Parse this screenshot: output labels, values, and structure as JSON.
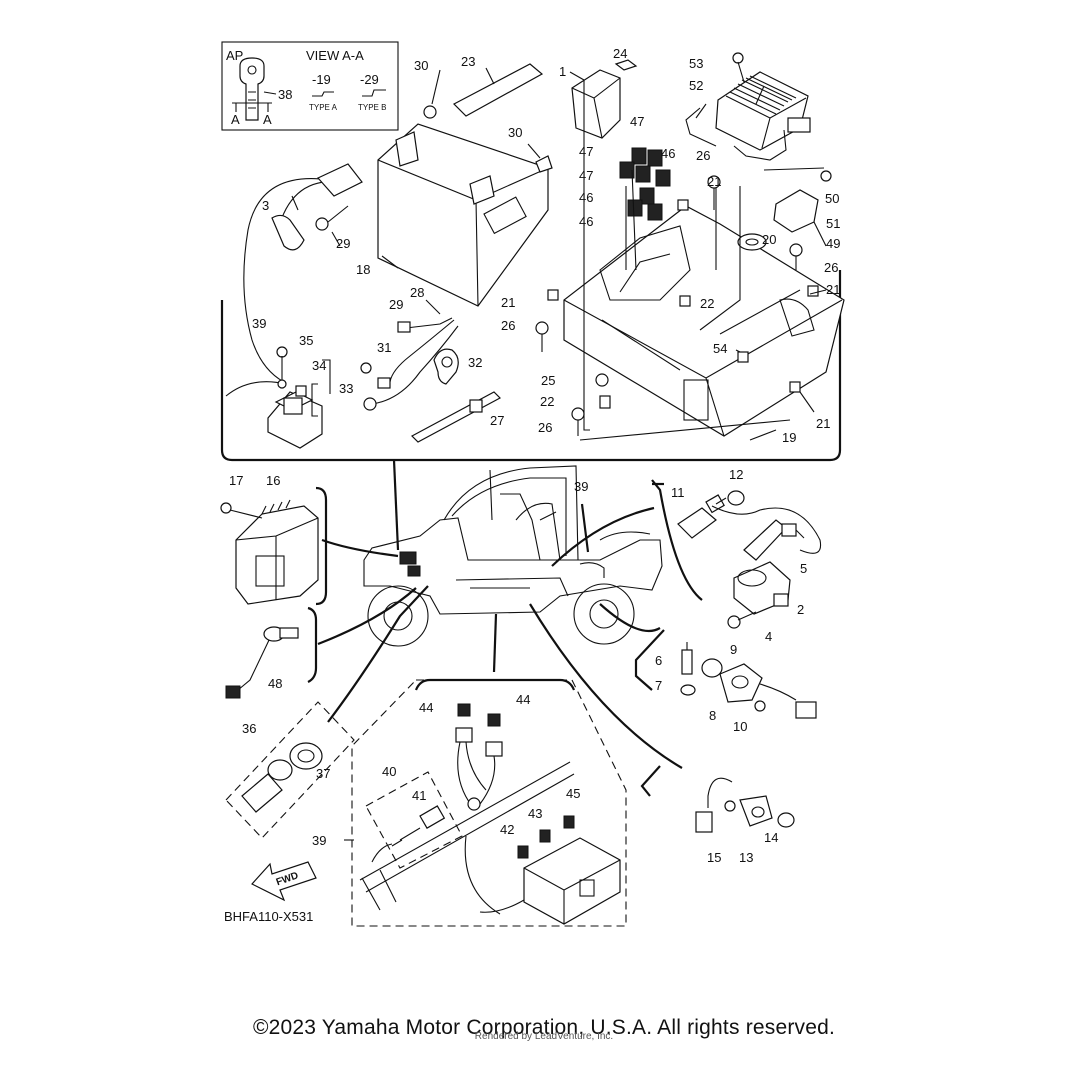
{
  "inset": {
    "ap_label": "AP",
    "view_label": "VIEW A-A",
    "type_a_code": "-19",
    "type_b_code": "-29",
    "type_a_label": "TYPE A",
    "type_b_label": "TYPE B",
    "section_a": "A"
  },
  "callouts": [
    "1",
    "2",
    "3",
    "4",
    "5",
    "6",
    "7",
    "8",
    "9",
    "10",
    "11",
    "12",
    "13",
    "14",
    "15",
    "16",
    "17",
    "18",
    "19",
    "20",
    "21",
    "22",
    "23",
    "24",
    "25",
    "26",
    "27",
    "28",
    "29",
    "30",
    "31",
    "32",
    "33",
    "34",
    "35",
    "36",
    "37",
    "38",
    "39",
    "40",
    "41",
    "42",
    "43",
    "44",
    "45",
    "46",
    "47",
    "48",
    "49",
    "50",
    "51",
    "52",
    "53",
    "54"
  ],
  "fwd_label": "FWD",
  "diagram_code": "BHFA110-X531",
  "copyright": "©2023 Yamaha Motor Corporation, U.S.A. All rights reserved.",
  "rendered_by": "Rendered by LeadVenture, Inc."
}
